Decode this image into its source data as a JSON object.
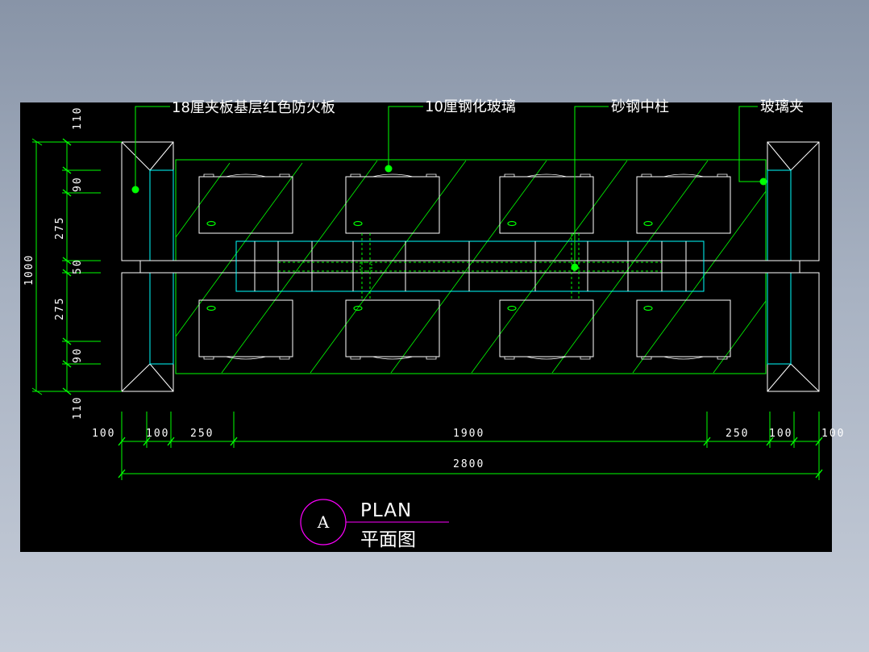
{
  "callouts": {
    "plywood": "18厘夹板基层红色防火板",
    "glass": "10厘钢化玻璃",
    "steel_column": "砂钢中柱",
    "glass_clip": "玻璃夹"
  },
  "dimensions": {
    "horizontal": [
      "100",
      "100",
      "250",
      "1900",
      "250",
      "100",
      "100"
    ],
    "total": "2800",
    "vertical": [
      "110",
      "90",
      "275",
      "50",
      "275",
      "90",
      "110"
    ],
    "vertical_total": "1000"
  },
  "title_block": {
    "marker": "A",
    "title_en": "PLAN",
    "title_cn": "平面图"
  },
  "colors": {
    "background": "#000000",
    "line_white": "#ffffff",
    "line_green": "#00ff00",
    "line_cyan": "#00ffff",
    "marker_magenta": "#ff00ff"
  }
}
